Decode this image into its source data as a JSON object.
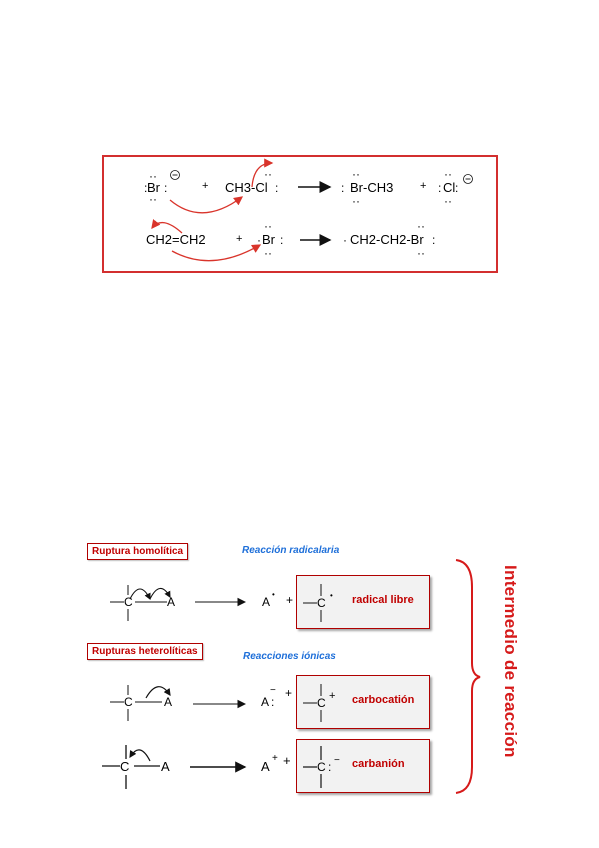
{
  "reactions": {
    "row1": {
      "reactant1": "Br",
      "reactant2": "CH3-Cl",
      "product1": "Br-CH3",
      "product2": "Cl"
    },
    "row2": {
      "reactant1": "CH2=CH2",
      "reactant2": "Br",
      "product1": "CH2-CH2-Br"
    }
  },
  "rupture": {
    "homolytic_label": "Ruptura homolítica",
    "radical_reaction_label": "Reacción radicalaria",
    "heterolytic_label": "Rupturas heterolíticas",
    "ionic_reactions_label": "Reacciones iónicas",
    "carbon": "C",
    "group": "A",
    "intermediates": [
      "radical libre",
      "carbocatión",
      "carbanión"
    ],
    "side_label": "Intermedio de reacción"
  },
  "colors": {
    "frame_red": "#d32f2f",
    "arrow_red": "#d9342b",
    "label_red": "#c00000",
    "label_blue": "#1e6fd9",
    "box_fill": "#f2f2f2"
  }
}
